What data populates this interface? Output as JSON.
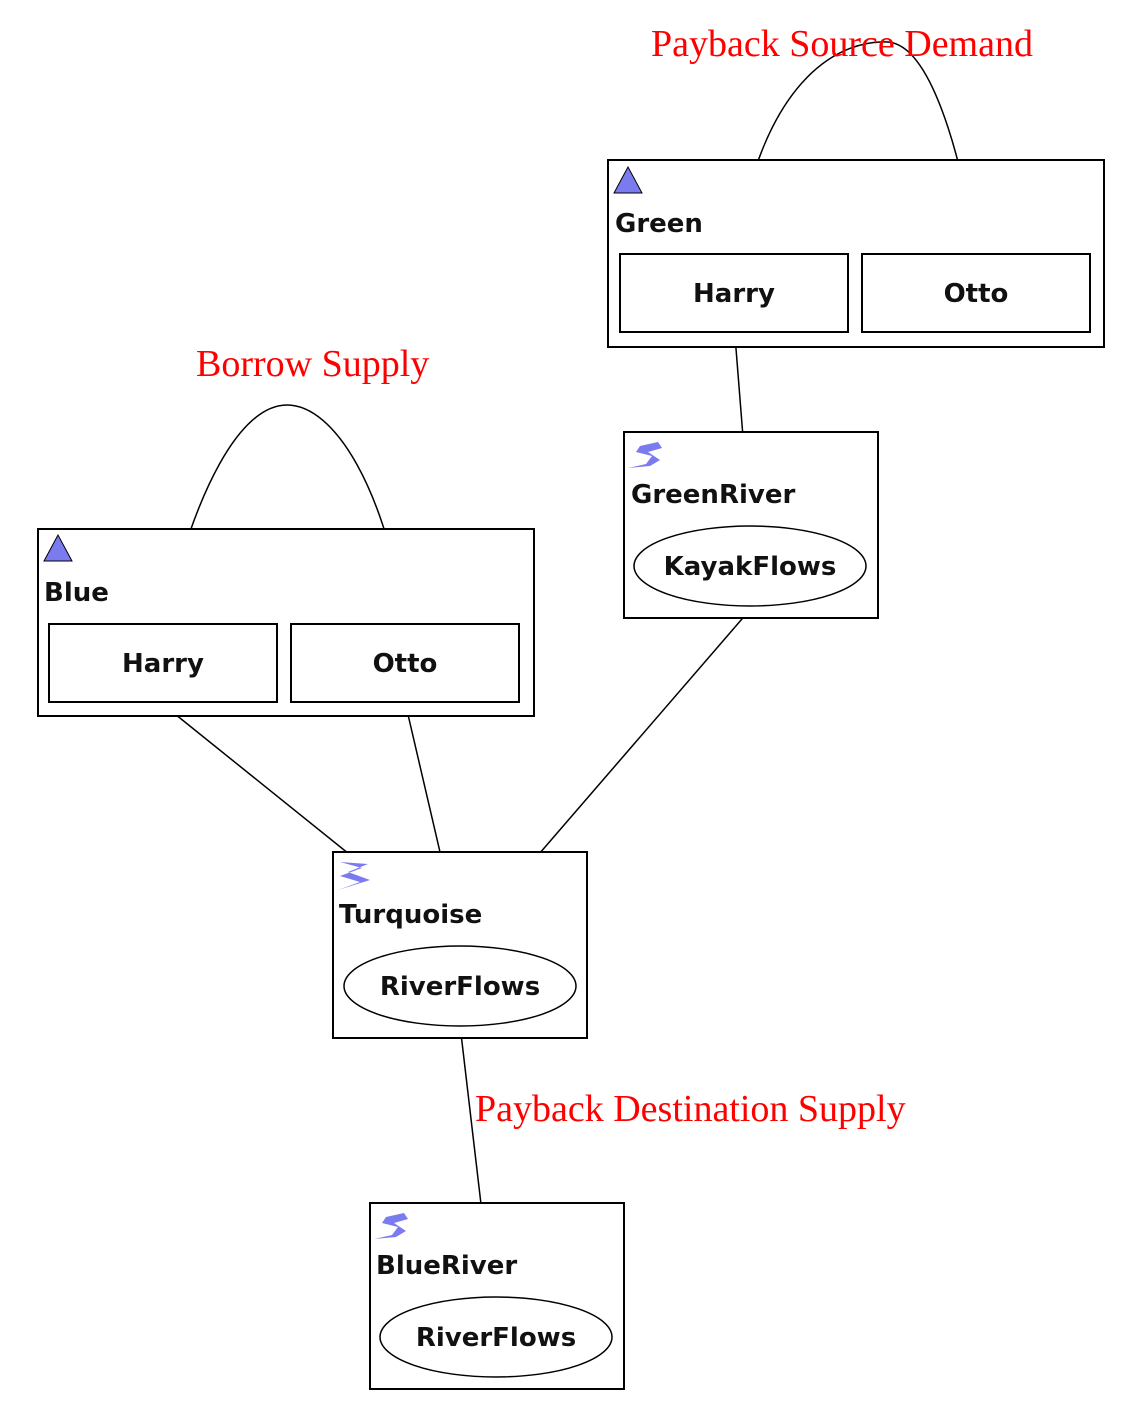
{
  "annotations": {
    "payback_source_demand": "Payback Source Demand",
    "borrow_supply": "Borrow Supply",
    "payback_destination_supply": "Payback Destination Supply"
  },
  "colors": {
    "annotation": "#ff0000",
    "icon": "#7b7bf0",
    "line": "#000000"
  },
  "nodes": {
    "green": {
      "title": "Green",
      "icon": "triangle-icon",
      "members": [
        "Harry",
        "Otto"
      ]
    },
    "blue": {
      "title": "Blue",
      "icon": "triangle-icon",
      "members": [
        "Harry",
        "Otto"
      ]
    },
    "green_river": {
      "title": "GreenRiver",
      "icon": "river-icon",
      "inner": "KayakFlows"
    },
    "turquoise": {
      "title": "Turquoise",
      "icon": "river-zigzag-icon",
      "inner": "RiverFlows"
    },
    "blue_river": {
      "title": "BlueRiver",
      "icon": "river-icon",
      "inner": "RiverFlows"
    }
  }
}
